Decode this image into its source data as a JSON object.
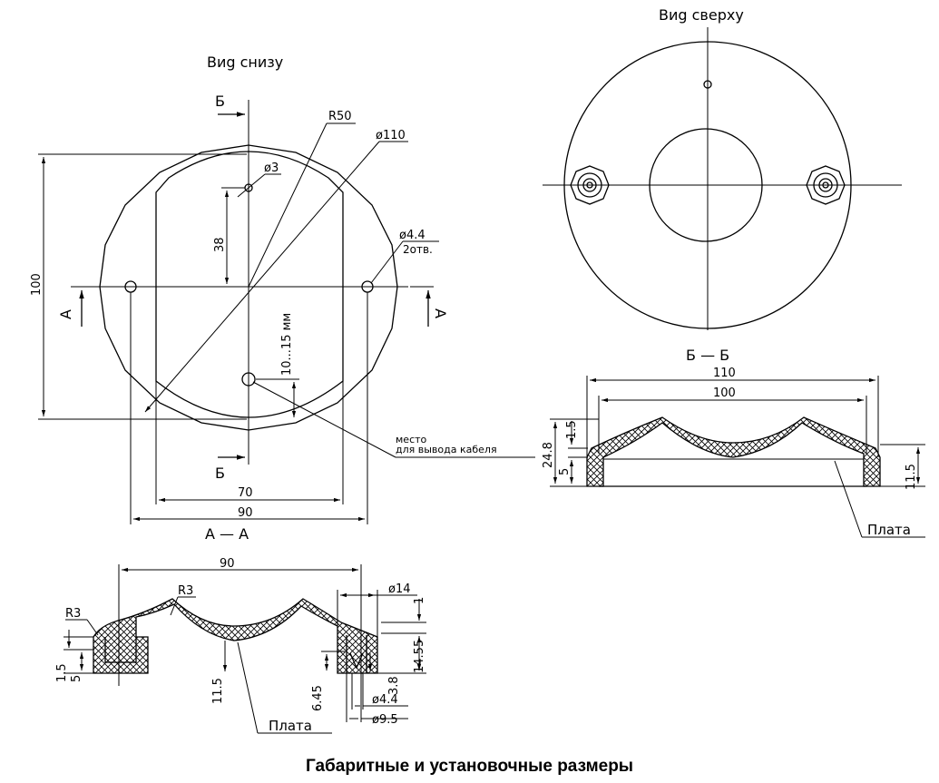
{
  "views": {
    "bottom_title": "Виg снизу",
    "top_title": "Виg сверху",
    "section_aa": "А — А",
    "section_bb": "Б — Б"
  },
  "labels": {
    "b_mark": "Б",
    "a_mark": "А",
    "r50": "R50",
    "d110": "ø110",
    "d3": "ø3",
    "d44": "ø4.4",
    "two_holes": "2отв.",
    "dim38": "38",
    "dim100": "100",
    "dim10_15": "10...15 мм",
    "dim70": "70",
    "dim90": "90",
    "cable_line1": "место",
    "cable_line2": "для вывода кабеля",
    "bb_dim110": "110",
    "bb_dim100": "100",
    "bb_dim1_5": "1.5",
    "bb_dim24_8": "24.8",
    "bb_dim5": "5",
    "bb_dim11_5": "11.5",
    "plate": "Плата",
    "aa_dim90": "90",
    "aa_r3_left": "R3",
    "aa_r3_top": "R3",
    "aa_d14": "ø14",
    "aa_dim1": "1",
    "aa_dim14_55": "14.55",
    "aa_dim1_5": "1.5",
    "aa_dim5": "5",
    "aa_dim11_5": "11.5",
    "aa_dim6_45": "6.45",
    "aa_d44": "ø4.4",
    "aa_dim3_8": "3.8",
    "aa_d9_5": "ø9.5"
  },
  "caption": "Габаритные и установочные размеры"
}
